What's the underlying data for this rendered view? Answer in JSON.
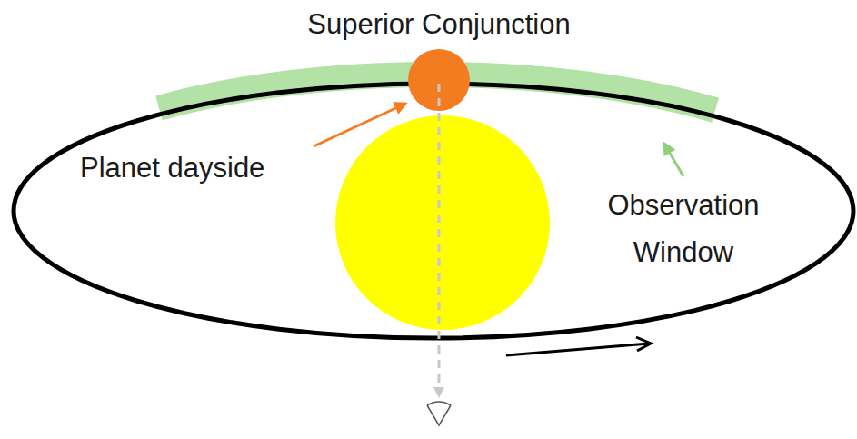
{
  "diagram": {
    "labels": [
      "Superior Conjunction",
      "Planet dayside",
      "Observation Window"
    ]
  }
}
